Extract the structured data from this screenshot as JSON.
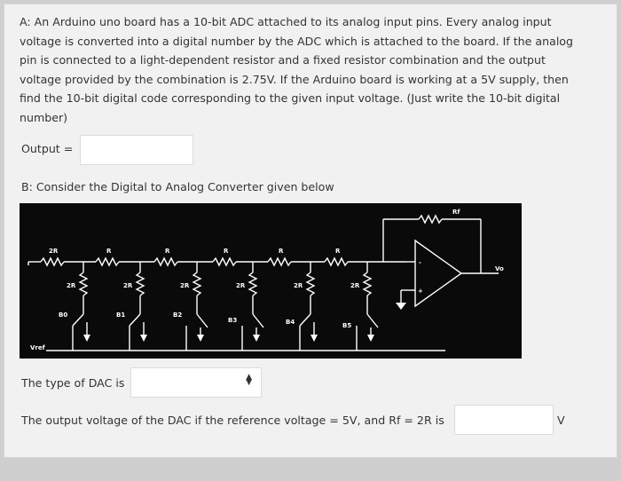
{
  "questionA": {
    "text": "A: An Arduino uno board has a 10-bit ADC attached to its analog input pins. Every analog input voltage is converted into a digital number by the ADC which is attached to the board. If the analog pin is connected to a light-dependent resistor and a fixed resistor combination and the output voltage provided by the combination is 2.75V. If the Arduino board is working at a 5V supply, then find the 10-bit digital code corresponding to the given input voltage. (Just write the 10-bit digital number)",
    "output_label": "Output =",
    "output_value": ""
  },
  "questionB": {
    "text": "B: Consider the Digital to Analog Converter given below"
  },
  "circuit": {
    "rf_label": "Rf",
    "series_labels": [
      "2R",
      "R",
      "R",
      "R",
      "R",
      "R"
    ],
    "shunt_labels": [
      "2R",
      "2R",
      "2R",
      "2R",
      "2R",
      "2R"
    ],
    "bit_labels": [
      "B0",
      "B1",
      "B2",
      "B3",
      "B4",
      "B5"
    ],
    "vref_label": "Vref",
    "vo_label": "Vo",
    "opamp_minus": "-",
    "opamp_plus": "+"
  },
  "dac_type": {
    "label": "The type of DAC is",
    "selected": ""
  },
  "dac_output": {
    "label": "The output voltage of the DAC if the reference voltage = 5V, and Rf = 2R is",
    "value": "",
    "unit": "V"
  }
}
